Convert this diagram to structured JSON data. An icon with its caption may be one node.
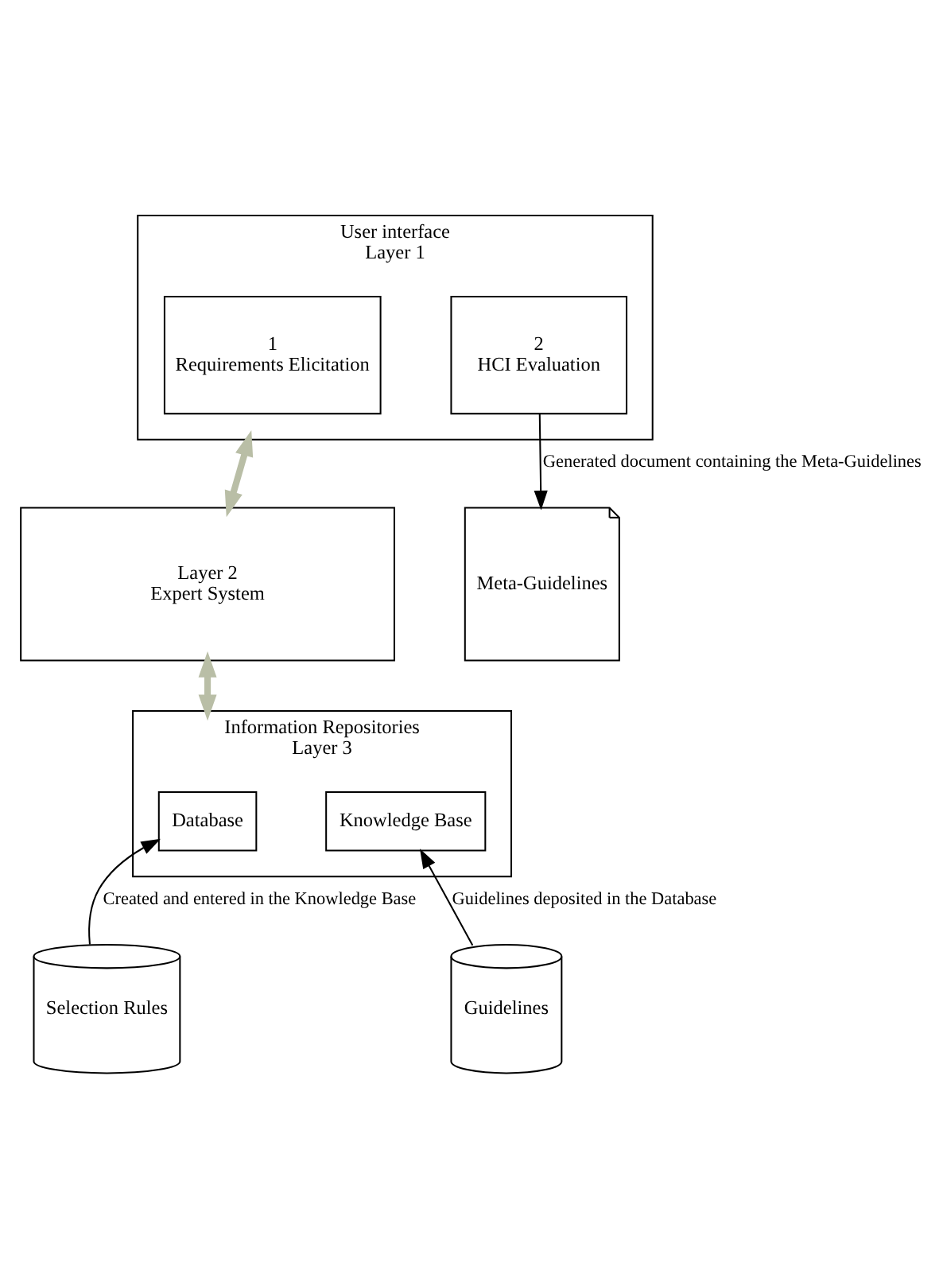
{
  "diagram": {
    "nodes": [
      {
        "text": [
          "User interface",
          "Layer 1"
        ]
      },
      {
        "text": [
          "1",
          "Requirements Elicitation"
        ],
        "in": 0
      },
      {
        "text": [
          "2",
          "HCI Evaluation"
        ],
        "in": 0
      },
      {
        "text": [
          "Meta-Guidelines"
        ]
      },
      {
        "text": [
          "Layer 2",
          "Expert System"
        ]
      },
      {
        "text": [
          "Information Repositories",
          "Layer 3"
        ]
      },
      {
        "text": [
          "Database"
        ],
        "in": 5
      },
      {
        "text": [
          "Knowledge Base"
        ],
        "in": 5
      },
      {
        "text": [
          "Selection Rules"
        ]
      },
      {
        "text": [
          "Guidelines"
        ]
      }
    ],
    "edges": [
      {
        "from": 2,
        "to": 3,
        "arrow": "to",
        "label": "Generated document containing the Meta-Guidelines"
      },
      {
        "from": 0,
        "to": 4,
        "arrow": "both",
        "style": "thick",
        "color": "#b9bea6"
      },
      {
        "from": 4,
        "to": 5,
        "arrow": "both",
        "style": "thick",
        "color": "#b9bea6"
      },
      {
        "from": 8,
        "to": 6,
        "arrow": "to",
        "label": "Created and entered in the Knowledge Base"
      },
      {
        "from": 9,
        "to": 7,
        "arrow": "to",
        "label": "Guidelines deposited in the Database"
      }
    ]
  }
}
